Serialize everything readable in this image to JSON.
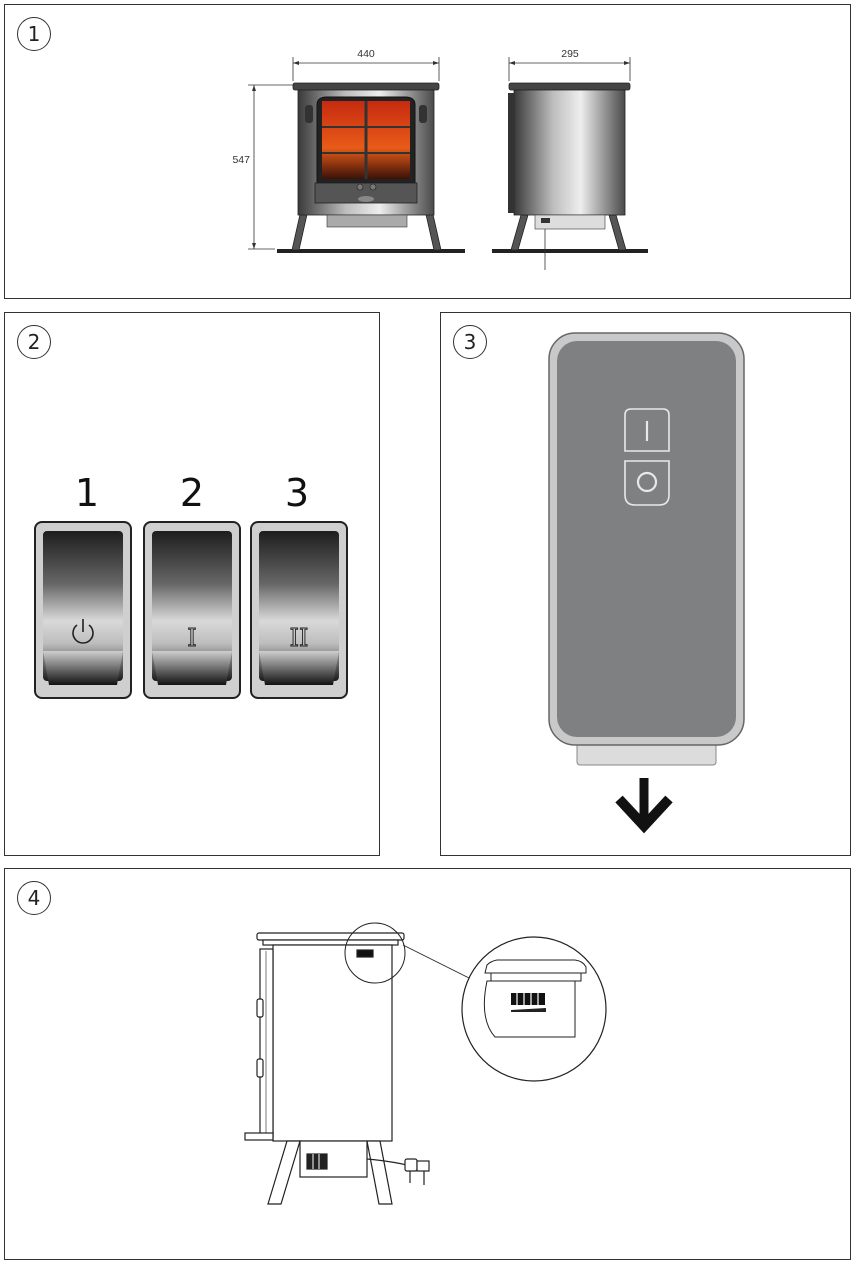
{
  "figures": [
    {
      "number": "1",
      "dimensions": {
        "width": "440",
        "height": "547",
        "depth": "295"
      }
    },
    {
      "number": "2",
      "switches": [
        {
          "label": "1",
          "symbol": "power-icon"
        },
        {
          "label": "2",
          "symbol": "I"
        },
        {
          "label": "3",
          "symbol": "II"
        }
      ]
    },
    {
      "number": "3",
      "remote": {
        "buttons": [
          "on-icon",
          "off-icon"
        ]
      }
    },
    {
      "number": "4"
    }
  ]
}
